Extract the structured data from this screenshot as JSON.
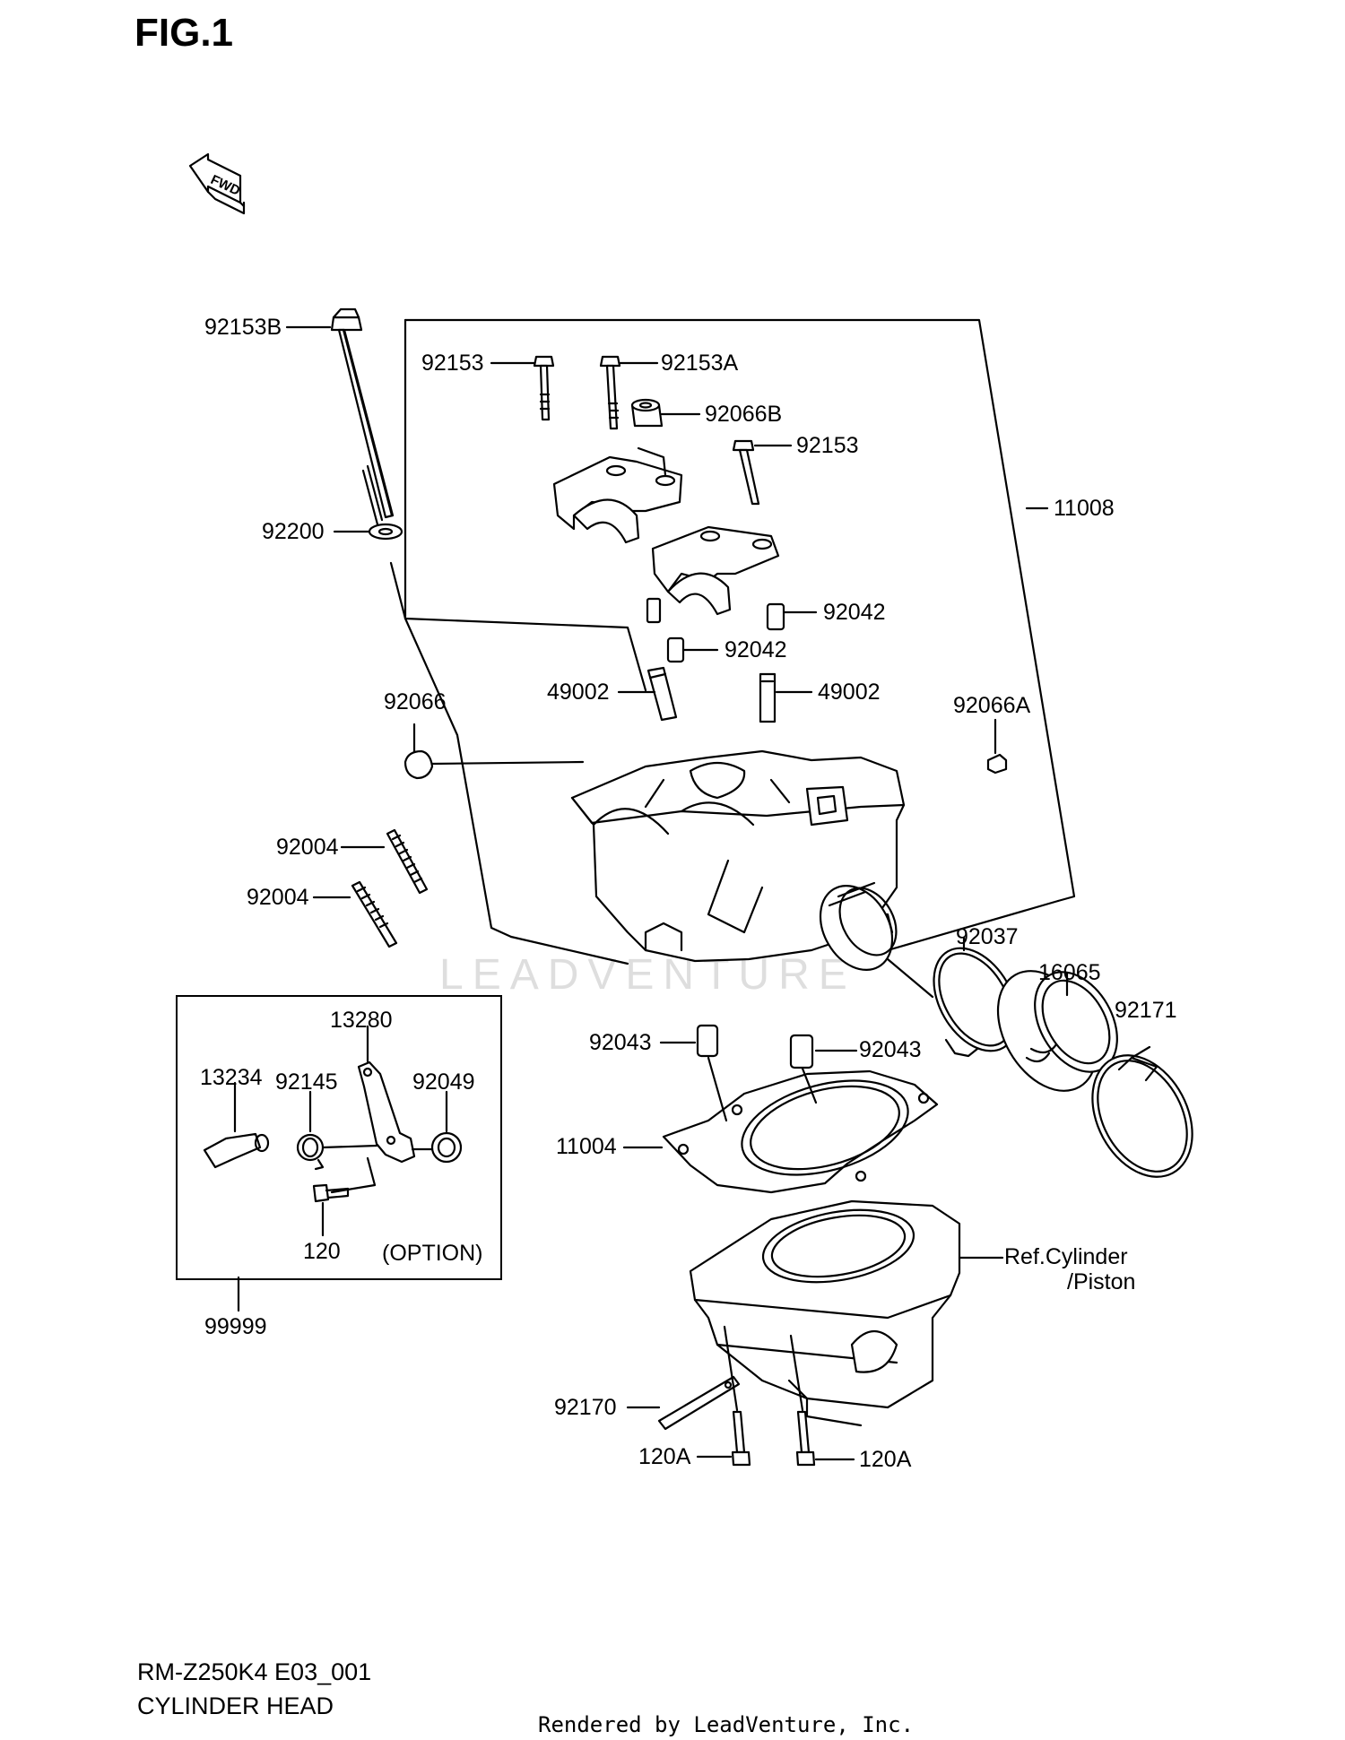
{
  "figure": {
    "title": "FIG.1",
    "fwd_badge": "FWD",
    "watermark": "LEADVENTURE",
    "model_code": "RM-Z250K4 E03_001",
    "section_name": "CYLINDER HEAD",
    "render_credit": "Rendered by LeadVenture, Inc."
  },
  "parts": {
    "p92153B": "92153B",
    "p92153_left": "92153",
    "p92153A": "92153A",
    "p92066B": "92066B",
    "p92153_right": "92153",
    "p11008": "11008",
    "p92200": "92200",
    "p92042_right": "92042",
    "p92042_center": "92042",
    "p92066": "92066",
    "p49002_left": "49002",
    "p49002_right": "49002",
    "p92066A": "92066A",
    "p92004_upper": "92004",
    "p92004_lower": "92004",
    "p92037": "92037",
    "p16065": "16065",
    "p92171": "92171",
    "p13280": "13280",
    "p13234": "13234",
    "p92145": "92145",
    "p92049": "92049",
    "p120": "120",
    "option_label": "(OPTION)",
    "p99999": "99999",
    "p92043_left": "92043",
    "p92043_right": "92043",
    "p11004": "11004",
    "ref_line1": "Ref.Cylinder",
    "ref_line2": "/Piston",
    "p92170": "92170",
    "p120A_left": "120A",
    "p120A_right": "120A"
  }
}
